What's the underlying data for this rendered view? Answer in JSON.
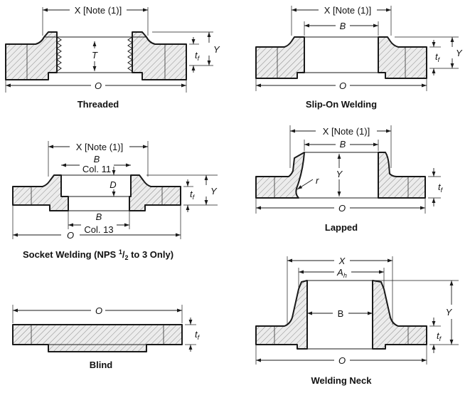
{
  "colors": {
    "hatch": "#8a8a8a",
    "body_fill": "#ececec",
    "outline": "#1a1a1a"
  },
  "threaded": {
    "caption": "Threaded",
    "x_label": "X [Note (1)]",
    "t_label": "T",
    "o_label": "O",
    "y_label": "Y",
    "tf_main": "t",
    "tf_sub": "f"
  },
  "slipon": {
    "caption": "Slip-On Welding",
    "x_label": "X [Note (1)]",
    "b_label": "B",
    "o_label": "O",
    "y_label": "Y",
    "tf_main": "t",
    "tf_sub": "f"
  },
  "socket": {
    "caption_pre": "Socket Welding (NPS ",
    "caption_sup": "1",
    "caption_slash": "/",
    "caption_sub": "2",
    "caption_post": " to 3 Only)",
    "x_label": "X [Note (1)]",
    "b_top_label": "B",
    "col11_label": "Col. 11",
    "d_label": "D",
    "b_bot_label": "B",
    "col13_label": "Col. 13",
    "o_label": "O",
    "y_label": "Y",
    "tf_main": "t",
    "tf_sub": "f"
  },
  "lapped": {
    "caption": "Lapped",
    "x_label": "X [Note (1)]",
    "b_label": "B",
    "r_label": "r",
    "y_label": "Y",
    "o_label": "O",
    "tf_main": "t",
    "tf_sub": "f"
  },
  "blind": {
    "caption": "Blind",
    "o_label": "O",
    "tf_main": "t",
    "tf_sub": "f"
  },
  "weldneck": {
    "caption": "Welding Neck",
    "x_label": "X",
    "ah_main": "A",
    "ah_sub": "h",
    "b_label": "B",
    "y_label": "Y",
    "o_label": "O",
    "tf_main": "t",
    "tf_sub": "f"
  }
}
